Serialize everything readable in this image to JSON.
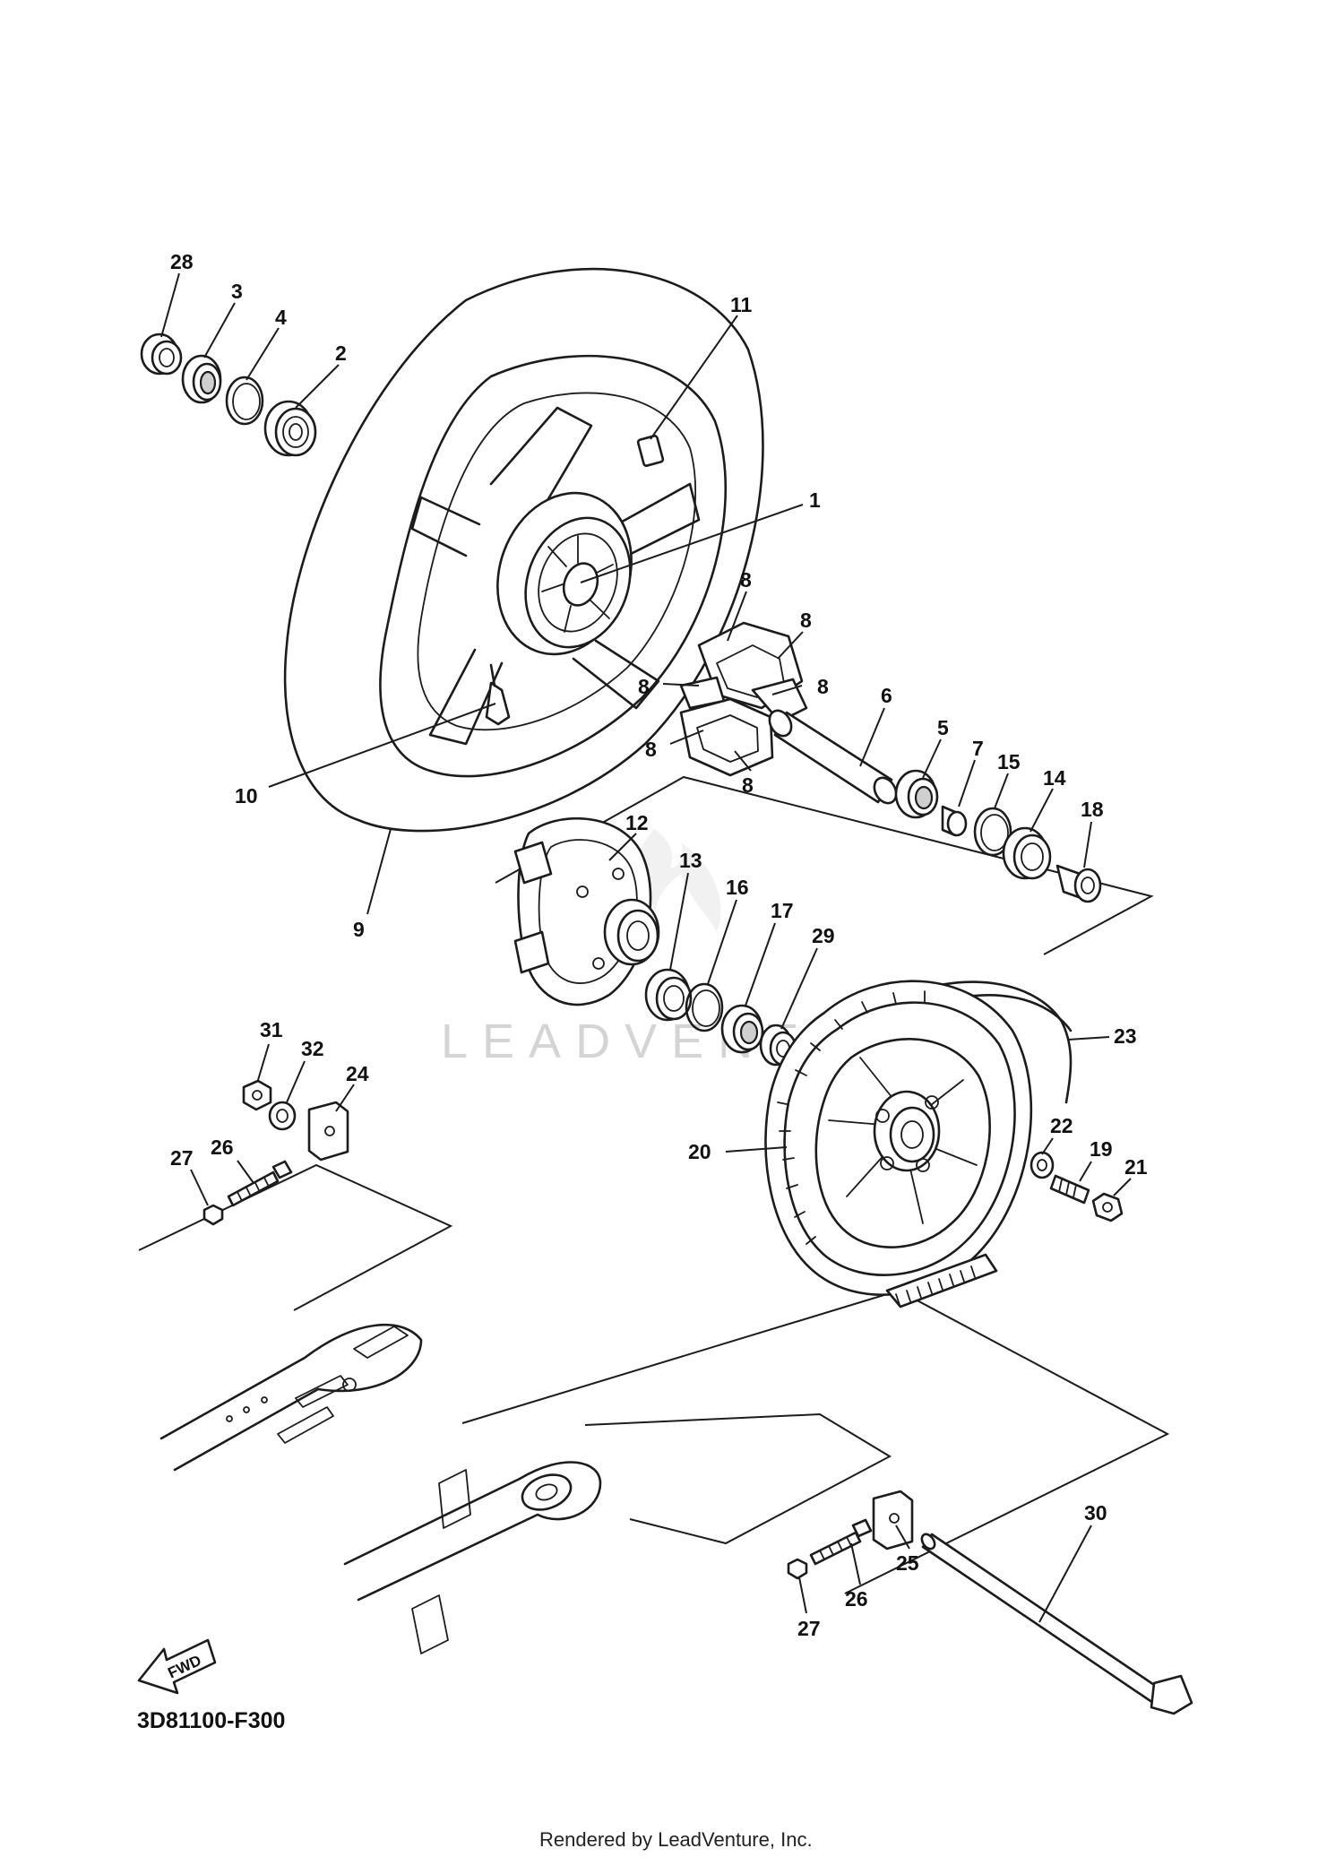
{
  "diagram_code": "3D81100-F300",
  "rendered_by": "Rendered by LeadVenture, Inc.",
  "watermark": "LEADVENTURE",
  "fwd_label": "FWD",
  "callouts": [
    {
      "id": "c1",
      "label": "1"
    },
    {
      "id": "c2",
      "label": "2"
    },
    {
      "id": "c3",
      "label": "3"
    },
    {
      "id": "c4",
      "label": "4"
    },
    {
      "id": "c5",
      "label": "5"
    },
    {
      "id": "c6",
      "label": "6"
    },
    {
      "id": "c7",
      "label": "7"
    },
    {
      "id": "c8a",
      "label": "8"
    },
    {
      "id": "c8b",
      "label": "8"
    },
    {
      "id": "c8c",
      "label": "8"
    },
    {
      "id": "c8d",
      "label": "8"
    },
    {
      "id": "c8e",
      "label": "8"
    },
    {
      "id": "c8f",
      "label": "8"
    },
    {
      "id": "c9",
      "label": "9"
    },
    {
      "id": "c10",
      "label": "10"
    },
    {
      "id": "c11",
      "label": "11"
    },
    {
      "id": "c12",
      "label": "12"
    },
    {
      "id": "c13",
      "label": "13"
    },
    {
      "id": "c14",
      "label": "14"
    },
    {
      "id": "c15",
      "label": "15"
    },
    {
      "id": "c16",
      "label": "16"
    },
    {
      "id": "c17",
      "label": "17"
    },
    {
      "id": "c18",
      "label": "18"
    },
    {
      "id": "c19",
      "label": "19"
    },
    {
      "id": "c20",
      "label": "20"
    },
    {
      "id": "c21",
      "label": "21"
    },
    {
      "id": "c22",
      "label": "22"
    },
    {
      "id": "c23",
      "label": "23"
    },
    {
      "id": "c24",
      "label": "24"
    },
    {
      "id": "c25",
      "label": "25"
    },
    {
      "id": "c26a",
      "label": "26"
    },
    {
      "id": "c26b",
      "label": "26"
    },
    {
      "id": "c27a",
      "label": "27"
    },
    {
      "id": "c27b",
      "label": "27"
    },
    {
      "id": "c28",
      "label": "28"
    },
    {
      "id": "c29",
      "label": "29"
    },
    {
      "id": "c30",
      "label": "30"
    },
    {
      "id": "c31",
      "label": "31"
    },
    {
      "id": "c32",
      "label": "32"
    }
  ]
}
